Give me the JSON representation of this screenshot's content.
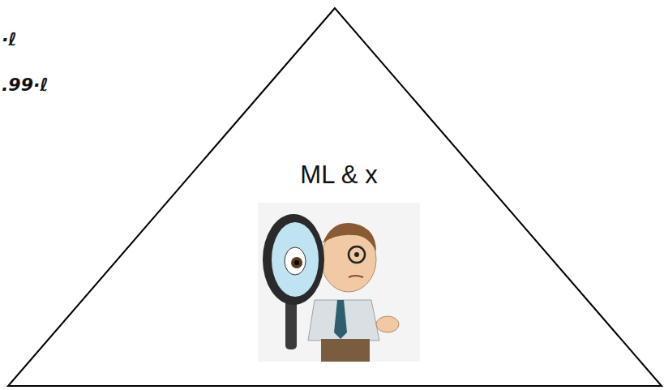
{
  "diagram": {
    "nodes": [
      {
        "text": [
          "ML & x"
        ]
      }
    ],
    "labels": [
      "·ℓ",
      ".99·ℓ"
    ]
  }
}
